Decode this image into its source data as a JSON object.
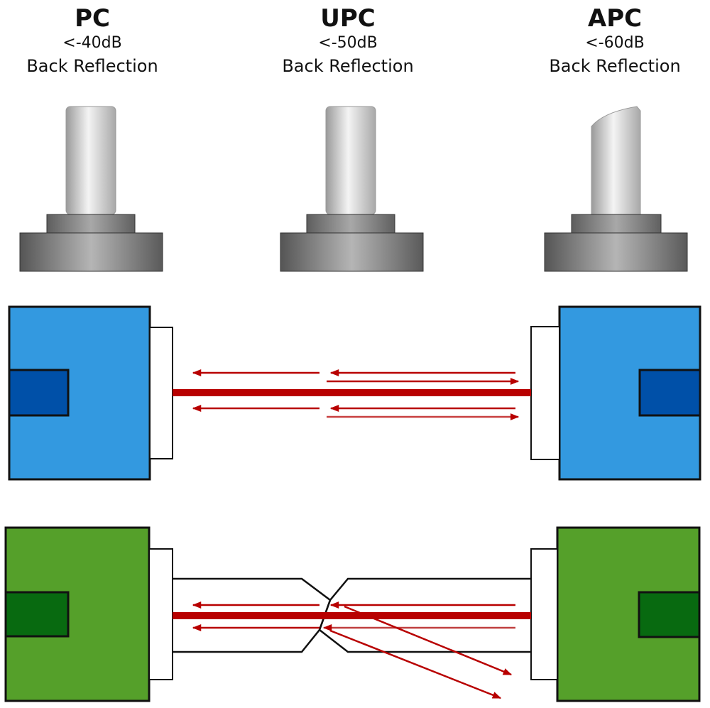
{
  "title": "Fiber optic connector polish types and back reflection",
  "connector_types": [
    {
      "name": "PC",
      "back_reflection": "<-40dB",
      "caption": "Back Reflection",
      "ferrule_tip": "flat-dome"
    },
    {
      "name": "UPC",
      "back_reflection": "<-50dB",
      "caption": "Back Reflection",
      "ferrule_tip": "flat-dome"
    },
    {
      "name": "APC",
      "back_reflection": "<-60dB",
      "caption": "Back Reflection",
      "ferrule_tip": "angled"
    }
  ],
  "diagrams": [
    {
      "name": "upc-mating",
      "connector_color": "#3399e0",
      "core_color": "#0050a8",
      "fiber_joint": "flat",
      "reflections": "straight-back"
    },
    {
      "name": "apc-mating",
      "connector_color": "#55a02a",
      "core_color": "#086a10",
      "fiber_joint": "angled",
      "reflections": "deflected-out"
    }
  ],
  "colors": {
    "light_path": "#b80000",
    "outline": "#111111"
  }
}
